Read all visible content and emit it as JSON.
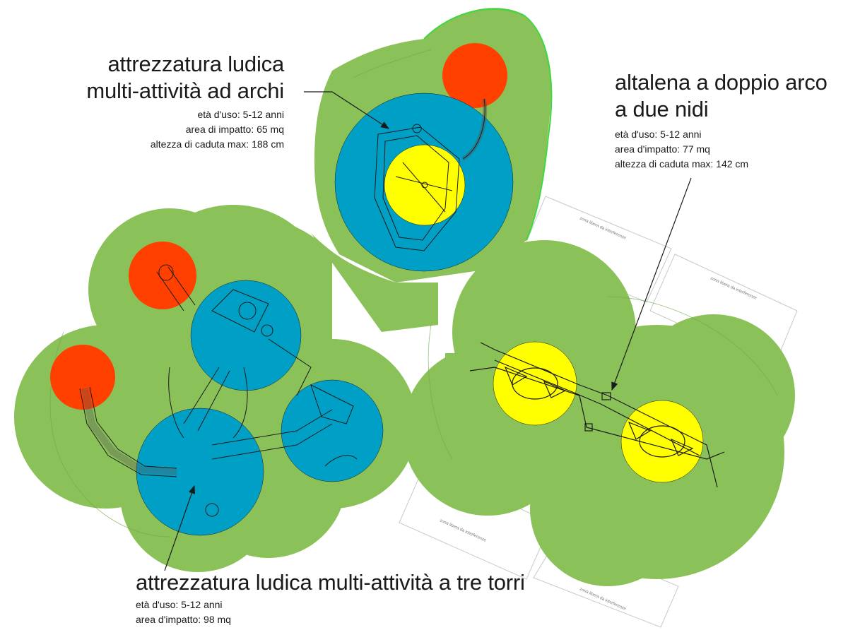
{
  "colors": {
    "safety_zone_green": "#8bc159",
    "impact_blue": "#00a0c6",
    "fall_red": "#ff4000",
    "swing_yellow": "#ffff00",
    "outline": "#1a1a1a"
  },
  "equipment_arches": {
    "title_line1": "attrezzatura ludica",
    "title_line2": "multi-attività ad archi",
    "age": "età d'uso:  5-12 anni",
    "area": "area di impatto: 65 mq",
    "fall_height": "altezza di caduta max: 188 cm"
  },
  "equipment_swing": {
    "title_line1": "altalena a doppio arco",
    "title_line2": "a due nidi",
    "age": "età d'uso: 5-12 anni",
    "area": "area d'impatto: 77 mq",
    "fall_height": "altezza di caduta max: 142 cm"
  },
  "equipment_towers": {
    "title": "attrezzatura ludica multi-attività a tre torri",
    "age": "età d'uso: 5-12 anni",
    "area": "area d'impatto: 98 mq"
  },
  "free_zone_label": "zona libera da interferenze"
}
